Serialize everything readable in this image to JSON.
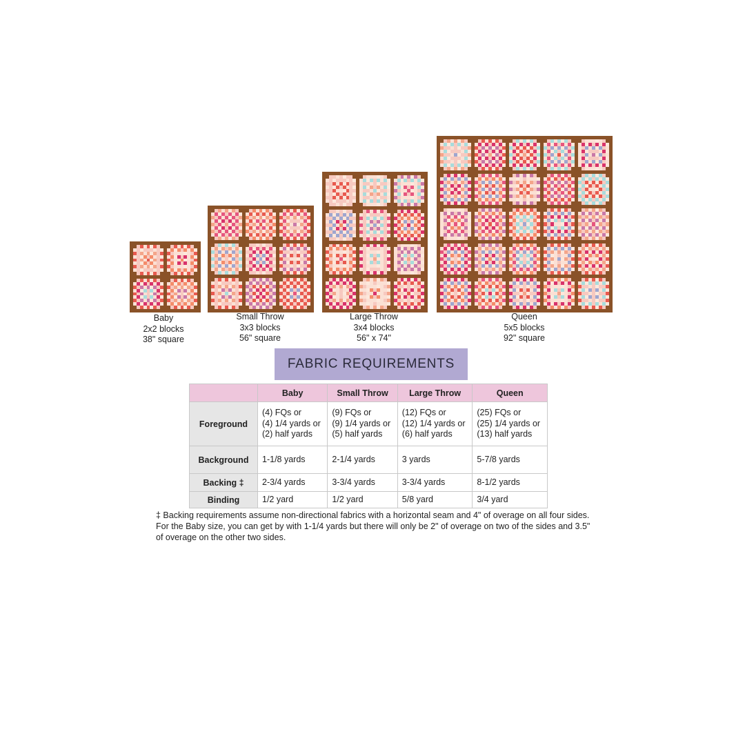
{
  "quilt_sizes": [
    {
      "name": "Baby",
      "blocks": "2x2 blocks",
      "dimensions": "38\" square",
      "cols": 2,
      "rows": 2
    },
    {
      "name": "Small Throw",
      "blocks": "3x3 blocks",
      "dimensions": "56\" square",
      "cols": 3,
      "rows": 3
    },
    {
      "name": "Large Throw",
      "blocks": "3x4 blocks",
      "dimensions": "56\" x 74\"",
      "cols": 3,
      "rows": 4
    },
    {
      "name": "Queen",
      "blocks": "5x5 blocks",
      "dimensions": "92\" square",
      "cols": 5,
      "rows": 5
    }
  ],
  "colors": {
    "sashing": "#8a5228",
    "banner": "#b1a9d2",
    "table_header": "#eec6dc",
    "row_header": "#e6e6e6",
    "palette": [
      "#d9336b",
      "#f4a58a",
      "#f7c9c0",
      "#9fa6cf",
      "#e85a4f",
      "#f48c6a",
      "#c978a8",
      "#a8dcdc",
      "#fbe0d4",
      "#e6567f"
    ]
  },
  "banner": {
    "title": "FABRIC REQUIREMENTS"
  },
  "table": {
    "headers": [
      "",
      "Baby",
      "Small Throw",
      "Large Throw",
      "Queen"
    ],
    "rows": [
      {
        "label": "Foreground",
        "cells": [
          [
            "(4) FQs or",
            "(4) 1/4 yards or",
            "(2) half yards"
          ],
          [
            "(9) FQs or",
            "(9) 1/4 yards or",
            "(5) half yards"
          ],
          [
            "(12) FQs or",
            "(12) 1/4 yards or",
            "(6) half yards"
          ],
          [
            "(25) FQs or",
            "(25) 1/4 yards or",
            "(13) half yards"
          ]
        ]
      },
      {
        "label": "Background",
        "cells": [
          "1-1/8 yards",
          "2-1/4 yards",
          "3 yards",
          "5-7/8 yards"
        ]
      },
      {
        "label": "Backing ‡",
        "cells": [
          "2-3/4 yards",
          "3-3/4 yards",
          "3-3/4 yards",
          "8-1/2 yards"
        ]
      },
      {
        "label": "Binding",
        "cells": [
          "1/2 yard",
          "1/2 yard",
          "5/8 yard",
          "3/4 yard"
        ]
      }
    ]
  },
  "footnote": "‡ Backing requirements assume non-directional fabrics with a horizontal seam and 4\" of overage on all four sides. For the Baby size, you can get by with 1-1/4 yards but there will only be 2\" of overage on two of the sides and 3.5\" of overage on the other two sides."
}
